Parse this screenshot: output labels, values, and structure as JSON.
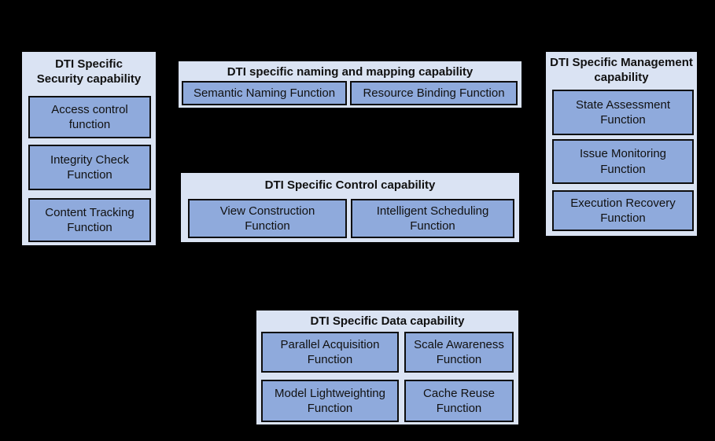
{
  "colors": {
    "background": "#000000",
    "group_fill": "#dae3f3",
    "function_fill": "#8faadc",
    "border": "#000000",
    "text": "#111111"
  },
  "groups": {
    "security": {
      "title": "DTI Specific\nSecurity capability",
      "functions": {
        "access": "Access control\nfunction",
        "integrity": "Integrity Check\nFunction",
        "content": "Content Tracking\nFunction"
      }
    },
    "naming": {
      "title": "DTI specific naming and mapping capability",
      "functions": {
        "semantic": "Semantic Naming Function",
        "resource": "Resource Binding Function"
      }
    },
    "management": {
      "title": "DTI Specific Management\ncapability",
      "functions": {
        "state": "State Assessment\nFunction",
        "issue": "Issue Monitoring\nFunction",
        "execution": "Execution Recovery\nFunction"
      }
    },
    "control": {
      "title": "DTI Specific Control capability",
      "functions": {
        "view": "View Construction\nFunction",
        "intelligent": "Intelligent Scheduling\nFunction"
      }
    },
    "data": {
      "title": "DTI Specific Data capability",
      "functions": {
        "parallel": "Parallel Acquisition\nFunction",
        "scale": "Scale Awareness\nFunction",
        "model": "Model Lightweighting\nFunction",
        "cache": "Cache Reuse\nFunction"
      }
    }
  }
}
